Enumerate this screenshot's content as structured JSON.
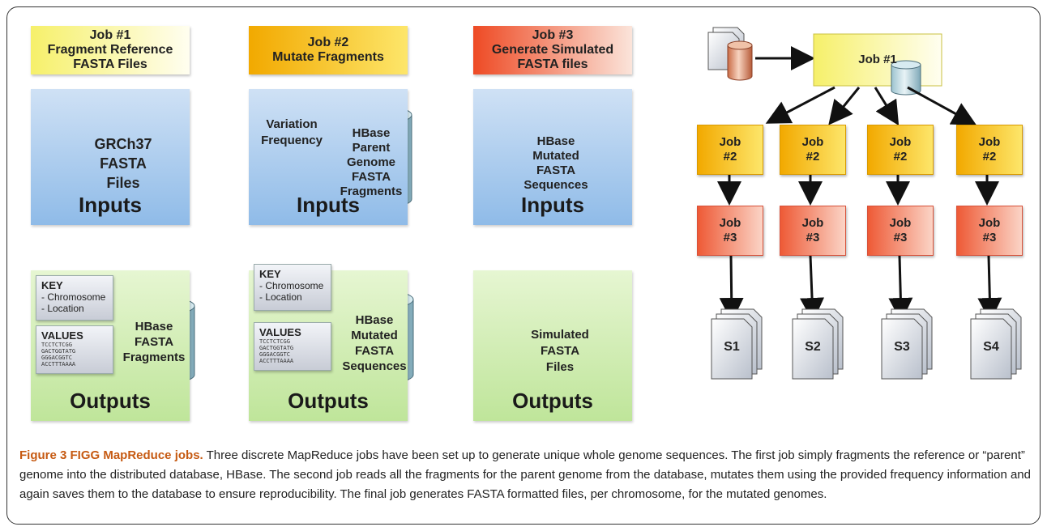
{
  "columns": [
    {
      "header": "Job #1\nFragment Reference\nFASTA Files",
      "input_icon_text": "GRCh37\nFASTA\nFiles",
      "inputs_label": "Inputs",
      "output_key_title": "KEY",
      "output_key_items": "- Chromosome\n- Location",
      "output_values_title": "VALUES",
      "output_values_seq": "TCCTCTCGG\nGACTGGTATG\nGGGACGGTC\nACCTTTAAAA",
      "output_cyl_text": "HBase\nFASTA\nFragments",
      "outputs_label": "Outputs"
    },
    {
      "header": "Job #2\nMutate Fragments",
      "input_cyl_small_text": "Variation\nFrequency",
      "input_cyl_text": "HBase\nParent\nGenome\nFASTA\nFragments",
      "inputs_label": "Inputs",
      "output_key_title": "KEY",
      "output_key_items": "- Chromosome\n- Location",
      "output_values_title": "VALUES",
      "output_values_seq": "TCCTCTCGG\nGACTGGTATG\nGGGACGGTC\nACCTTTAAAA",
      "output_cyl_text": "HBase\nMutated\nFASTA\nSequences",
      "outputs_label": "Outputs"
    },
    {
      "header": "Job #3\nGenerate Simulated\nFASTA files",
      "input_cyl_text": "HBase\nMutated\nFASTA\nSequences",
      "inputs_label": "Inputs",
      "output_icon_text": "Simulated\nFASTA\nFiles",
      "outputs_label": "Outputs"
    }
  ],
  "flow": {
    "root": "Job #1",
    "job2_nodes": [
      "Job\n#2",
      "Job\n#2",
      "Job\n#2",
      "Job\n#2"
    ],
    "job3_nodes": [
      "Job\n#3",
      "Job\n#3",
      "Job\n#3",
      "Job\n#3"
    ],
    "outputs": [
      "S1",
      "S2",
      "S3",
      "S4"
    ]
  },
  "caption": {
    "title": "Figure 3 FIGG MapReduce jobs.",
    "text": " Three discrete MapReduce jobs have been set up to generate unique whole genome sequences. The first job simply fragments the reference or “parent” genome into the distributed database, HBase. The second job reads all the fragments for the parent genome from the database, mutates them using the provided frequency information and again saves them to the database to ensure reproducibility. The final job generates FASTA formatted files, per chromosome, for the mutated genomes."
  },
  "colors": {
    "job1": "#fffbd0",
    "job2": "#f2a900",
    "job3": "#ee5a36",
    "inputs_panel": "#a9cbee",
    "outputs_panel": "#d3efb4",
    "caption_title": "#c65a12"
  }
}
